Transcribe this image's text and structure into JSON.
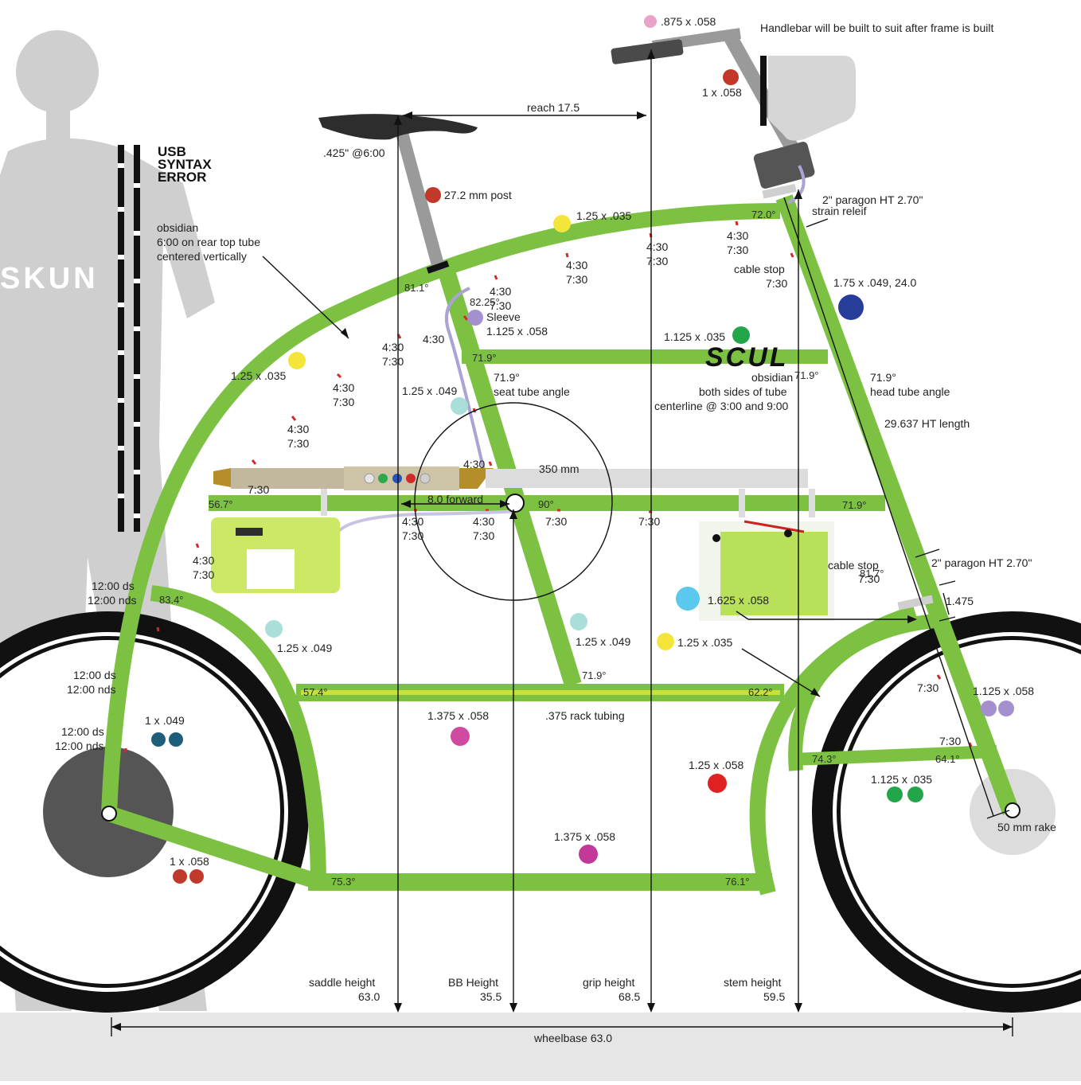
{
  "colors": {
    "frame": "#7cc142",
    "tire": "#111111",
    "rim": "#ffffff",
    "hub": "#555555",
    "silhouette": "#cfcfcf",
    "ground": "#e6e6e6",
    "seatpost": "#9a9a9a",
    "rack_stripe": "#c8e03c",
    "cable": "#aaa3d4"
  },
  "header": {
    "handlebar_note": "Handlebar will be built to suit after frame is built",
    "usb_line1": "USB",
    "usb_line2": "SYNTAX",
    "usb_line3": "ERROR",
    "silhouette_text": "SKUN",
    "brand": "SCUL"
  },
  "notes": {
    "obsidian_rear_1": "obsidian",
    "obsidian_rear_2": "6:00 on rear top tube",
    "obsidian_rear_3": "centered vertically",
    "obsidian_front_1": "obsidian",
    "obsidian_front_2": "both sides of tube",
    "obsidian_front_3": "centerline @ 3:00 and 9:00",
    "reach": "reach 17.5",
    "seat_clamp": ".425\" @6:00",
    "post": "27.2 mm post",
    "ht_top": "2\" paragon HT 2.70\"",
    "strain": "strain releif",
    "cable_stop_top_1": "cable stop",
    "cable_stop_top_2": "7:30",
    "seat_angle_1": "71.9°",
    "seat_angle_2": "seat tube angle",
    "head_angle_1": "71.9°",
    "head_angle_2": "head tube angle",
    "ht_length": "29.637 HT length",
    "circle": "350 mm",
    "forward": "8.0 forward",
    "ht_bottom": "2\" paragon HT 2.70\"",
    "cable_stop_bot_1": "cable stop",
    "cable_stop_bot_2": "7:30",
    "dim_1475": "1.475",
    "rack": ".375 rack tubing",
    "rake": "50 mm rake",
    "sleeve": "Sleeve",
    "wheelbase": "wheelbase 63.0"
  },
  "tubes": {
    "t_0875": ".875 x .058",
    "t_1x058_top": "1 x .058",
    "t_125x035_top": "1.25 x .035",
    "t_175": "1.75 x .049, 24.0",
    "t_sleeve": "1.125 x .058",
    "t_1125x035": "1.125 x .035",
    "t_125x035_left": "1.25 x .035",
    "t_125x049_seat": "1.25 x .049",
    "t_1625": "1.625 x .058",
    "t_125x049_down": "1.25 x .049",
    "t_125x035_right": "1.25 x .035",
    "t_125x049_left": "1.25 x .049",
    "t_1125x058_fork": "1.125 x .058",
    "t_1x049": "1 x .049",
    "t_1375_mid": "1.375 x .058",
    "t_125x058": "1.25 x .058",
    "t_1125x035_fork": "1.125 x .035",
    "t_1375_low": "1.375 x .058",
    "t_1x058_chain": "1 x .058"
  },
  "angles": {
    "a_811": "81.1°",
    "a_8225": "82.25°",
    "a_720": "72.0°",
    "a_719_tt": "71.9°",
    "a_719_obs": "71.9°",
    "a_567": "56.7°",
    "a_90": "90°",
    "a_719_rack": "71.9°",
    "a_834": "83.4°",
    "a_817": "81.7°",
    "a_719_bb": "71.9°",
    "a_574": "57.4°",
    "a_622": "62.2°",
    "a_743": "74.3°",
    "a_641": "64.1°",
    "a_753": "75.3°",
    "a_761": "76.1°"
  },
  "clock": {
    "c1a": "4:30",
    "c1b": "7:30",
    "c2a": "4:30",
    "c2b": "7:30",
    "c3a": "4:30",
    "c3b": "7:30",
    "c4a": "4:30",
    "c4b": "7:30",
    "c5a": "4:30",
    "c5b": "7:30",
    "c6a": "4:30",
    "c6b": "7:30",
    "c7a": "4:30",
    "c7b": "7:30",
    "c8a": "4:30",
    "c8b": "7:30",
    "c9a": "4:30",
    "c10": "4:30",
    "c11": "7:30",
    "c12a": "4:30",
    "c12b": "7:30",
    "c13a": "4:30",
    "c13b": "7:30",
    "c14": "7:30",
    "c15": "7:30",
    "c16": "7:30",
    "c17": "7:30",
    "r1a": "12:00 ds",
    "r1b": "12:00 nds",
    "r2a": "12:00 ds",
    "r2b": "12:00 nds",
    "r3a": "12:00 ds",
    "r3b": "12:00 nds"
  },
  "bottom": {
    "saddle_label": "saddle height",
    "saddle_val": "63.0",
    "bb_label": "BB Height",
    "bb_val": "35.5",
    "grip_label": "grip height",
    "grip_val": "68.5",
    "stem_label": "stem height",
    "stem_val": "59.5"
  },
  "dots": {
    "pink": "#e9a3c9",
    "red": "#c0392b",
    "yellow": "#f3e53a",
    "navy": "#263d9a",
    "lavender": "#a48fcf",
    "green": "#23a64a",
    "mint": "#a9dfd8",
    "cyan": "#5bc8ee",
    "teal": "#1f5e7a",
    "magenta": "#cf4aa1",
    "brightred": "#e02121",
    "plum": "#c2399a"
  }
}
